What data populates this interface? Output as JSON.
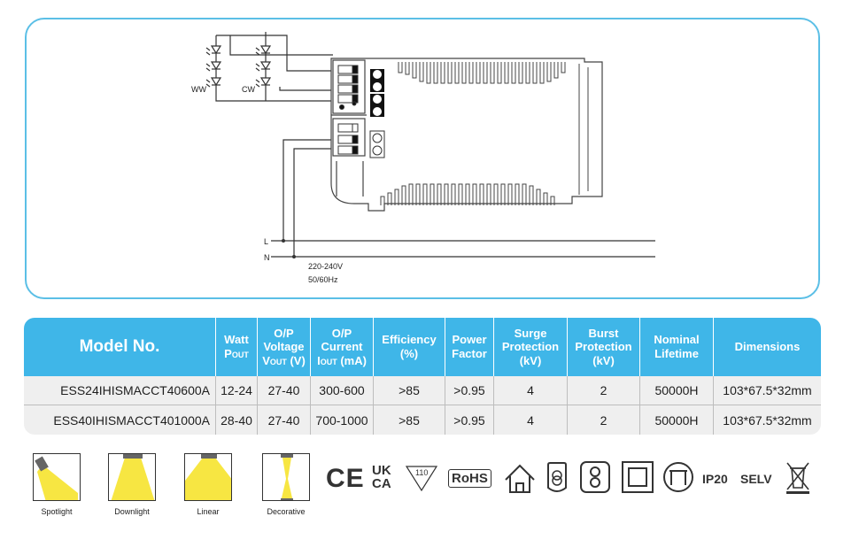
{
  "diagram": {
    "ww_label": "WW",
    "cw_label": "CW",
    "line_l": "L",
    "line_n": "N",
    "voltage": "220-240V",
    "frequency": "50/60Hz"
  },
  "table": {
    "headers": {
      "model": "Model No.",
      "watt_line1": "Watt",
      "watt_line2": "P",
      "watt_sub": "OUT",
      "voltage_line1": "O/P",
      "voltage_line2": "Voltage",
      "voltage_line3a": "V",
      "voltage_sub": "OUT",
      "voltage_line3b": " (V)",
      "current_line1": "O/P",
      "current_line2": "Current",
      "current_line3a": "I",
      "current_sub": "OUT",
      "current_line3b": " (mA)",
      "efficiency_line1": "Efficiency",
      "efficiency_line2": "(%)",
      "pf_line1": "Power",
      "pf_line2": "Factor",
      "surge_line1": "Surge",
      "surge_line2": "Protection",
      "surge_line3": "(kV)",
      "burst_line1": "Burst",
      "burst_line2": "Protection",
      "burst_line3": "(kV)",
      "lifetime_line1": "Nominal",
      "lifetime_line2": "Lifetime",
      "dimensions": "Dimensions"
    },
    "rows": [
      {
        "model": "ESS24IHISMACCT40600A",
        "watt": "12-24",
        "voltage": "27-40",
        "current": "300-600",
        "efficiency": ">85",
        "pf": ">0.95",
        "surge": "4",
        "burst": "2",
        "lifetime": "50000H",
        "dimensions": "103*67.5*32mm"
      },
      {
        "model": "ESS40IHISMACCT401000A",
        "watt": "28-40",
        "voltage": "27-40",
        "current": "700-1000",
        "efficiency": ">85",
        "pf": ">0.95",
        "surge": "4",
        "burst": "2",
        "lifetime": "50000H",
        "dimensions": "103*67.5*32mm"
      }
    ]
  },
  "applications": [
    "Spotlight",
    "Downlight",
    "Linear",
    "Decorative"
  ],
  "certifications": {
    "ce": "CE",
    "ukca_top": "UK",
    "ukca_bottom": "CA",
    "temp": "110",
    "rohs": "RoHS",
    "ip": "IP20",
    "selv": "SELV"
  },
  "colors": {
    "accent": "#3fb6e8",
    "panel_border": "#5bbfe6",
    "row_bg": "#efefef",
    "light_yellow": "#f7e642"
  }
}
